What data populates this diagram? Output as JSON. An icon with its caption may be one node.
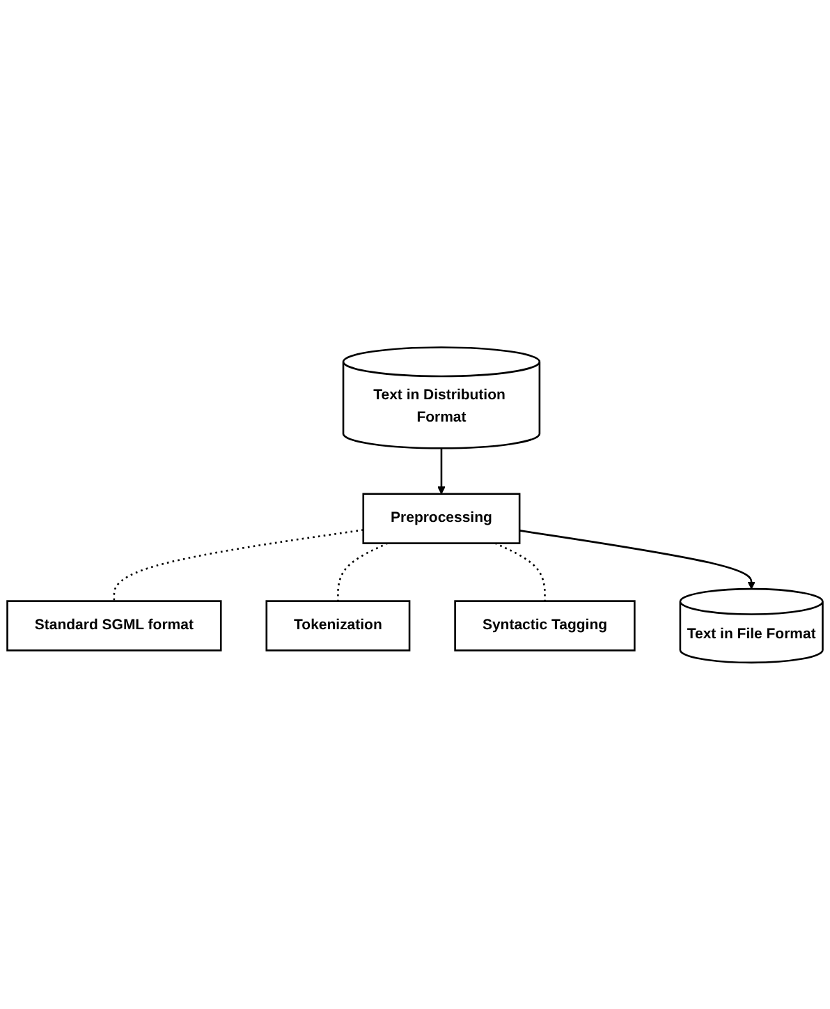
{
  "diagram": {
    "nodes": [
      {
        "text": [
          "Text in Distribution Format"
        ]
      },
      {
        "text": [
          "Preprocessing"
        ]
      },
      {
        "text": [
          "Standard SGML format"
        ]
      },
      {
        "text": [
          "Tokenization"
        ]
      },
      {
        "text": [
          "Syntactic Tagging"
        ]
      },
      {
        "text": [
          "Text in File Format"
        ]
      }
    ],
    "edges": [
      {
        "from": 0,
        "to": 1,
        "arrow": "to"
      },
      {
        "from": 1,
        "to": 2,
        "arrow": "none",
        "style": "dashed"
      },
      {
        "from": 1,
        "to": 3,
        "arrow": "none",
        "style": "dashed"
      },
      {
        "from": 1,
        "to": 4,
        "arrow": "none",
        "style": "dashed"
      },
      {
        "from": 1,
        "to": 5,
        "arrow": "to"
      }
    ]
  }
}
